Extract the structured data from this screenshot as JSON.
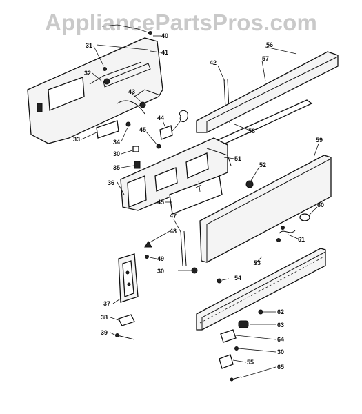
{
  "watermark": "AppliancePartsPros.com",
  "callouts": [
    "31",
    "32",
    "33",
    "34",
    "30",
    "35",
    "36",
    "37",
    "38",
    "39",
    "40",
    "41",
    "42",
    "43",
    "44",
    "45",
    "45",
    "47",
    "48",
    "49",
    "30",
    "51",
    "52",
    "53",
    "54",
    "56",
    "57",
    "58",
    "59",
    "60",
    "61",
    "62",
    "63",
    "64",
    "30",
    "55",
    "65"
  ]
}
